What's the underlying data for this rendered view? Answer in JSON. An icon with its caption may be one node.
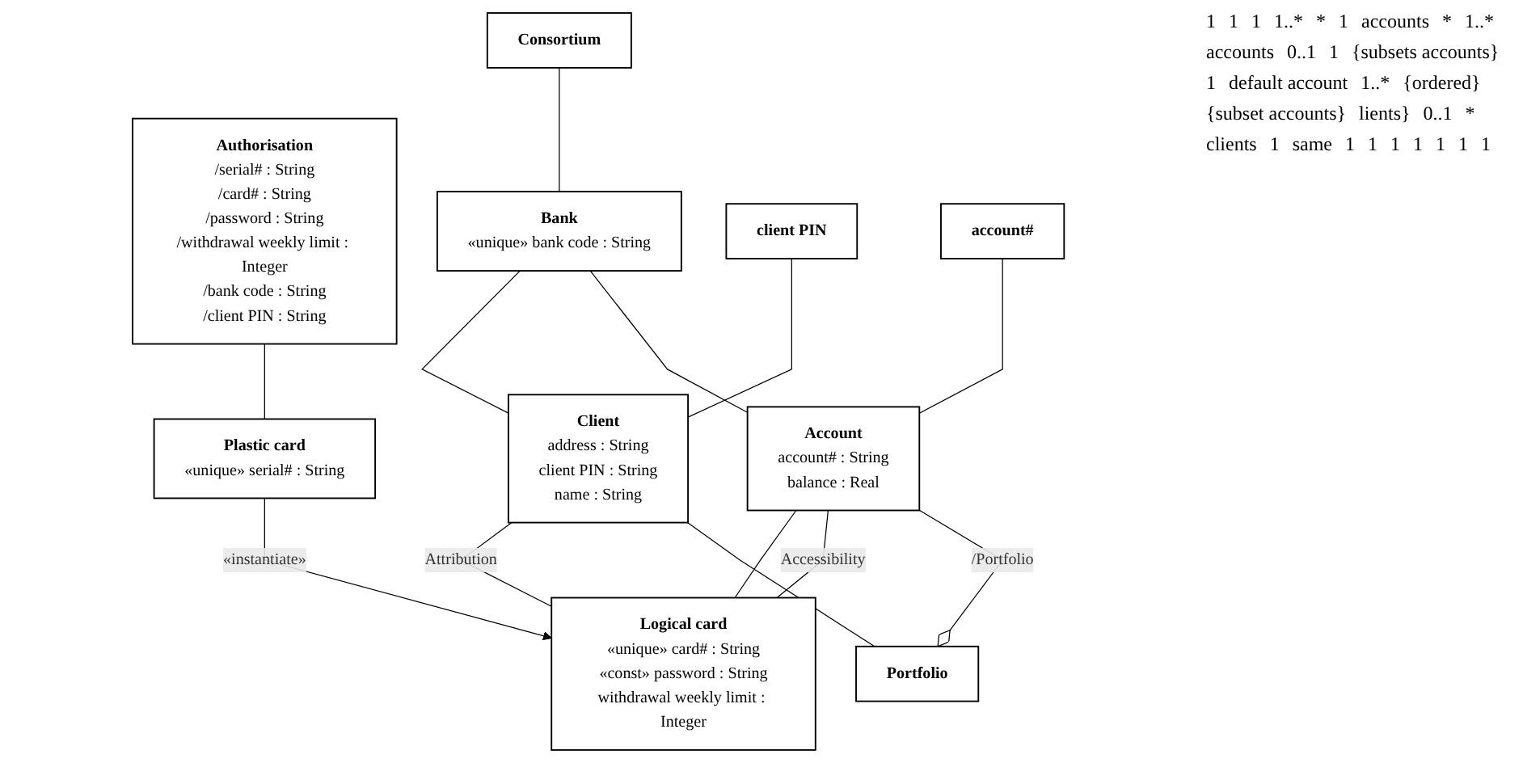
{
  "diagram": {
    "nodes": [
      {
        "text": [
          "Authorisation",
          "/serial# : String",
          "/card# : String",
          "/password : String",
          "/withdrawal weekly limit : Integer",
          "/bank code : String",
          "/client PIN : String"
        ]
      },
      {
        "text": [
          "Consortium"
        ]
      },
      {
        "text": [
          "Plastic card",
          "«unique» serial# : String"
        ]
      },
      {
        "text": [
          "Bank",
          "«unique» bank code : String"
        ]
      },
      {
        "text": [
          "client PIN"
        ]
      },
      {
        "text": [
          "account#"
        ]
      },
      {
        "text": [
          "Account",
          "account# : String",
          "balance : Real"
        ]
      },
      {
        "text": [
          "Client",
          "address : String",
          "client PIN : String",
          "name : String"
        ]
      },
      {
        "text": [
          "Portfolio"
        ]
      },
      {
        "text": [
          "Logical card",
          "«unique» card# : String",
          "«const» password : String",
          "withdrawal weekly limit : Integer"
        ]
      }
    ],
    "edges": [
      {
        "from": 1,
        "to": 3,
        "arrow": "none"
      },
      {
        "from": 0,
        "to": 2,
        "arrow": "none"
      },
      {
        "from": 3,
        "to": 6,
        "arrow": "none"
      },
      {
        "from": 5,
        "to": 6,
        "arrow": "none"
      },
      {
        "from": 4,
        "to": 7,
        "arrow": "none"
      },
      {
        "from": 3,
        "to": 7,
        "arrow": "none"
      },
      {
        "from": 2,
        "to": 9,
        "arrow": "to",
        "label": "«instantiate»"
      },
      {
        "from": 6,
        "to": 8,
        "arrow": "other",
        "label": "/Portfolio"
      },
      {
        "from": 7,
        "to": 8,
        "arrow": "none"
      },
      {
        "from": 7,
        "to": 9,
        "arrow": "none",
        "label": "Attribution"
      },
      {
        "from": 6,
        "to": 9,
        "arrow": "none",
        "label": "Accessibility"
      },
      {
        "from": 6,
        "to": 9,
        "arrow": "none"
      }
    ],
    "labels": [
      "1",
      "1",
      "1",
      "1..*",
      "*",
      "1",
      "accounts",
      "*",
      "1..*",
      "accounts",
      "0..1",
      "1",
      "{subsets accounts}",
      "1",
      "default account",
      "1..*",
      "{ordered}",
      "{subset accounts}",
      "lients}",
      "0..1",
      "*",
      "clients",
      "1",
      "same",
      "1",
      "1",
      "1",
      "1",
      "1",
      "1",
      "1"
    ]
  }
}
